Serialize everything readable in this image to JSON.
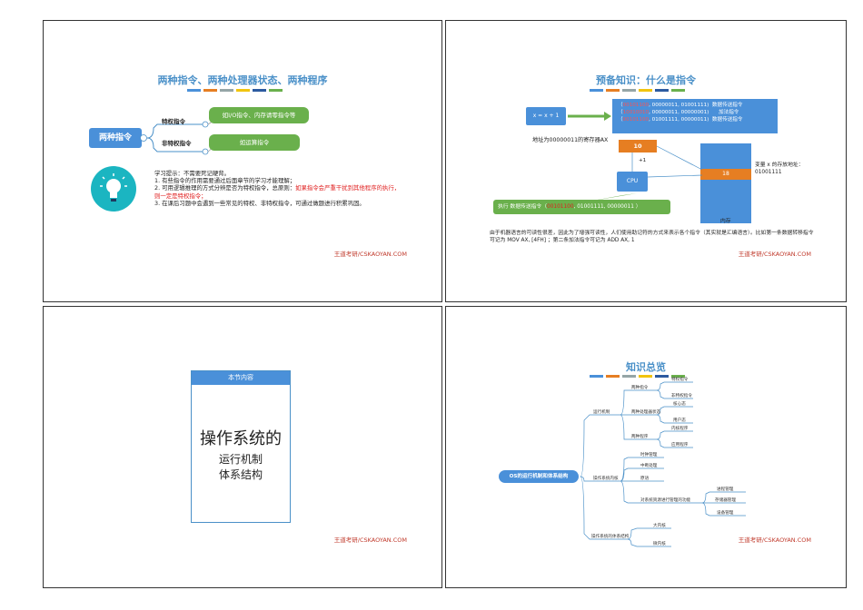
{
  "slide1": {
    "title": "两种指令、两种处理器状态、两种程序",
    "root": "两种指令",
    "branch1": "特权指令",
    "branch2": "非特权指令",
    "bubble1": "如I/O指令、内存请零指令等",
    "bubble2": "如运算指令",
    "tips": [
      "学习提示：不需要死记硬背。",
      "1. 有些指令的作用需要通过后面章节的学习才能理解；",
      "2. 可用逻辑推理的方式分辨是否为特权指令，总原则：",
      "如果指令会严重干扰到其他程序的执行，则一定是特权指令；",
      "3. 在课后习题中会遇到一些常见的特权、非特权指令，可通过做题进行积累巩固。"
    ],
    "footer": "王道考研/CSKAOYAN.COM"
  },
  "slide2": {
    "title": "预备知识：什么是指令",
    "code": "x = x + 1",
    "instructions": [
      {
        "bits": "00101100",
        "rest": ", 00000011, 01001111)",
        "desc": "数据传送指令"
      },
      {
        "bits": "10010010",
        "rest": ", 00000011, 00000001)",
        "desc": "加法指令"
      },
      {
        "bits": "00101100",
        "rest": ", 01001111, 00000011)",
        "desc": "数据传送指令"
      }
    ],
    "register_label": "地址为00000011的寄存器AX",
    "register_value": "10",
    "plus_one": "+1",
    "cpu": "CPU",
    "mem_value": "18",
    "var_label": "变量 x 的存放地址：01001111",
    "mem_label": "内存",
    "exec_prefix": "执行 数据传送指令（",
    "exec_bits": "00101100",
    "exec_suffix": ", 01001111, 00000011 ）",
    "note": "由于机器语言的可读性很差，因此为了增强可读性，人们使用助记符的方式来表示各个指令（其实就是汇编语言）。比如第一条数据转移指令可记为  MOV AX, [4FH] ；第二条加法指令可记为  ADD AX, 1",
    "footer": "王道考研/CSKAOYAN.COM"
  },
  "slide3": {
    "header": "本节内容",
    "big": "操作系统的",
    "line2": "运行机制",
    "line3": "体系结构",
    "footer": "王道考研/CSKAOYAN.COM"
  },
  "slide4": {
    "title": "知识总览",
    "root": "OS的运行机制和体系结构",
    "l1": [
      "运行机制",
      "操作系统内核",
      "操作系统的体系结构"
    ],
    "run": [
      "两种指令",
      "两种处理器状态",
      "两种程序"
    ],
    "instr": [
      "特权指令",
      "非特权指令"
    ],
    "state": [
      "核心态",
      "用户态"
    ],
    "prog": [
      "内核程序",
      "应用程序"
    ],
    "kernel": [
      "时钟管理",
      "中断处理",
      "原语",
      "对系统资源进行管理的功能"
    ],
    "res": [
      "进程管理",
      "存储器管理",
      "设备管理"
    ],
    "arch": [
      "大内核",
      "微内核"
    ],
    "footer": "王道考研/CSKAOYAN.COM"
  },
  "colors": {
    "title": "#4a90c8",
    "bar": [
      "#4a90d9",
      "#e67e22",
      "#95a5a6",
      "#f1c40f",
      "#2c5aa0",
      "#6ab04c"
    ]
  }
}
